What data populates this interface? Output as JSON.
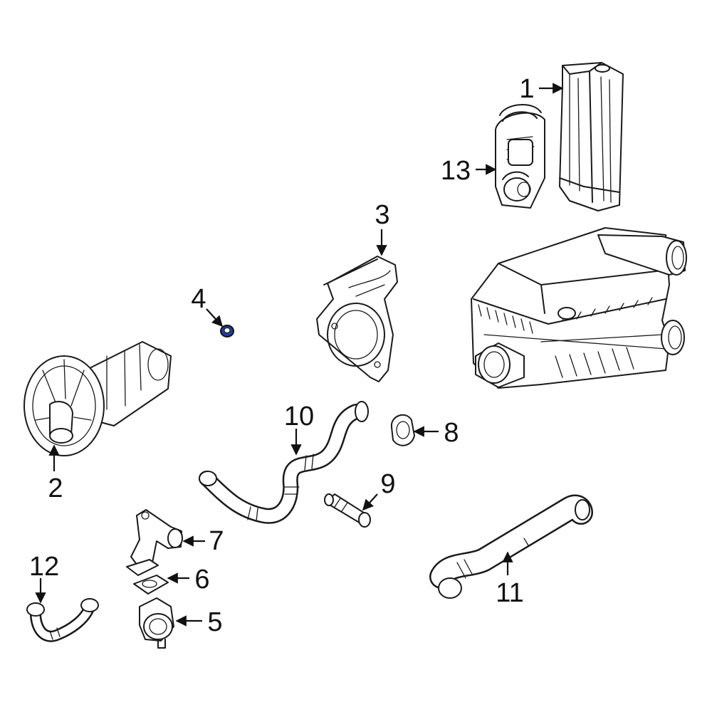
{
  "diagram": {
    "highlight_color": "#1f3f9c",
    "callouts": [
      {
        "id": "1",
        "label": "1"
      },
      {
        "id": "2",
        "label": "2"
      },
      {
        "id": "3",
        "label": "3"
      },
      {
        "id": "4",
        "label": "4"
      },
      {
        "id": "5",
        "label": "5"
      },
      {
        "id": "6",
        "label": "6"
      },
      {
        "id": "7",
        "label": "7"
      },
      {
        "id": "8",
        "label": "8"
      },
      {
        "id": "9",
        "label": "9"
      },
      {
        "id": "10",
        "label": "10"
      },
      {
        "id": "11",
        "label": "11"
      },
      {
        "id": "12",
        "label": "12"
      },
      {
        "id": "13",
        "label": "13"
      }
    ]
  }
}
